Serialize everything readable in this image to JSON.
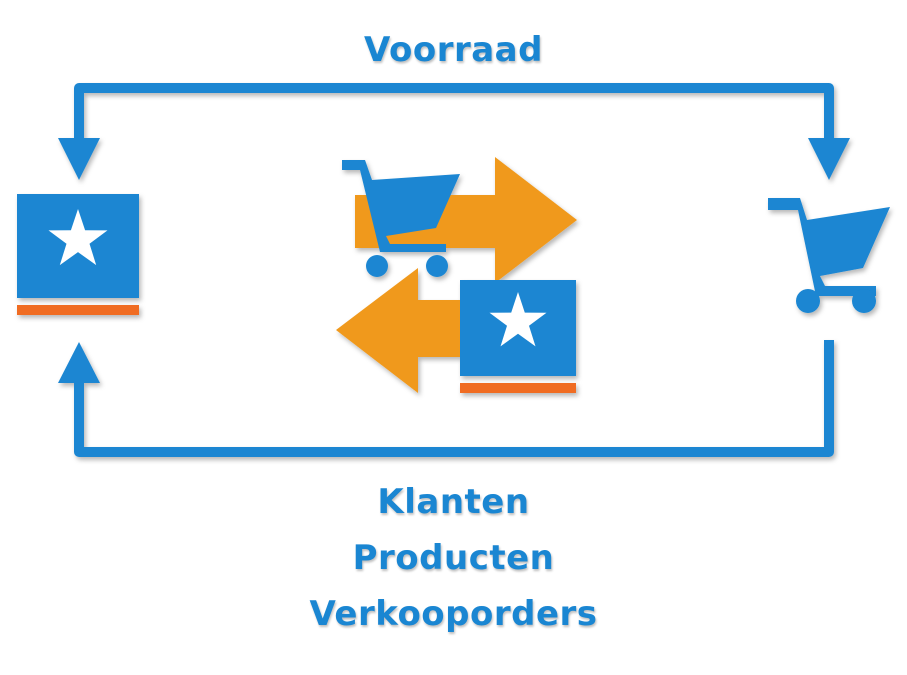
{
  "top_label": "Voorraad",
  "bottom_labels": [
    "Klanten",
    "Producten",
    "Verkooporders"
  ],
  "colors": {
    "blue": "#1a86d2",
    "orange": "#f0991c",
    "orange_stripe": "#f06c23",
    "text": "#1a86d2",
    "white": "#ffffff"
  },
  "icons": {
    "left": "star-book-icon",
    "right": "shopping-cart-icon",
    "center": [
      "shopping-cart-icon",
      "arrow-right-icon",
      "arrow-left-icon",
      "star-book-icon"
    ]
  }
}
